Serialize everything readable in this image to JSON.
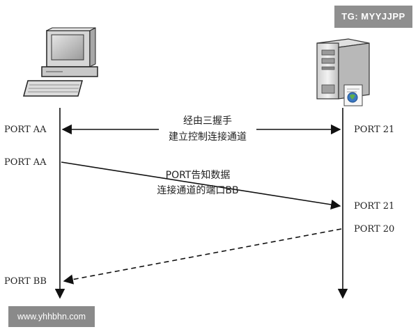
{
  "badges": {
    "tag": "TG: MYYJJPP",
    "url": "www.yhhbhn.com"
  },
  "client_ports": [
    "PORT AA",
    "PORT AA",
    "PORT BB"
  ],
  "server_ports": [
    "PORT 21",
    "PORT 21",
    "PORT 20"
  ],
  "messages": {
    "handshake": [
      "经由三握手",
      "建立控制连接通道"
    ],
    "port_cmd": [
      "PORT告知数据",
      "连接通道的端口BB"
    ]
  },
  "icons": {
    "client": "desktop-computer-icon",
    "server": "server-tower-icon"
  }
}
